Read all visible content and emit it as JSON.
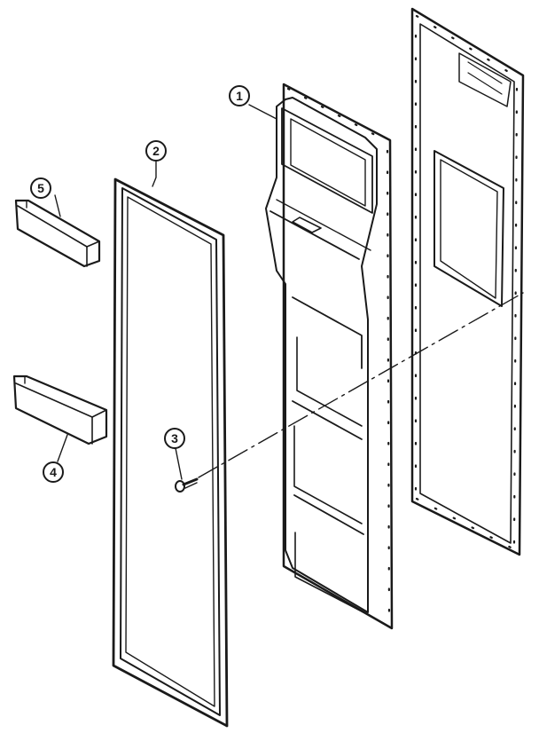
{
  "diagram": {
    "callouts": [
      {
        "id": "1",
        "part": "door-liner"
      },
      {
        "id": "2",
        "part": "door-gasket"
      },
      {
        "id": "3",
        "part": "screw"
      },
      {
        "id": "4",
        "part": "lower-door-shelf"
      },
      {
        "id": "5",
        "part": "upper-door-shelf"
      }
    ],
    "colors": {
      "ink": "#1a1a1a",
      "background": "#ffffff"
    }
  }
}
